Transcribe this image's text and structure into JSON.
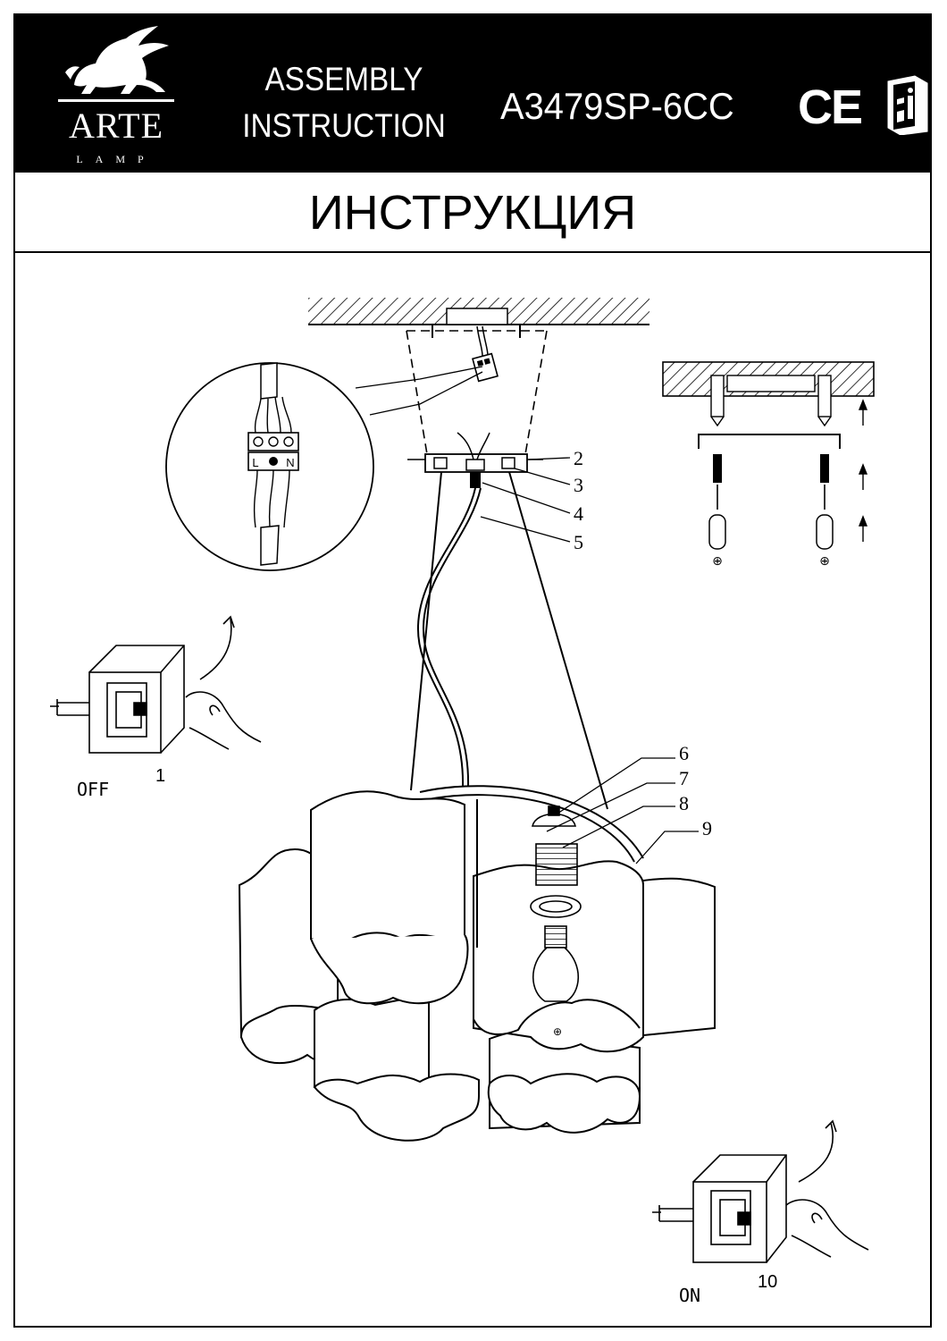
{
  "header": {
    "brand_name": "ARTE",
    "brand_sub": "LAMP",
    "assembly_title": "ASSEMBLY INSTRUCTION",
    "model": "A3479SP-6CC",
    "ce_mark": "CE",
    "manual_icon": "info-manual-icon"
  },
  "title": "ИНСТРУКЦИЯ",
  "diagram": {
    "part_labels": [
      "2",
      "3",
      "4",
      "5",
      "6",
      "7",
      "8",
      "9"
    ],
    "connector_labels": [
      "L",
      "N"
    ],
    "step_off": {
      "label": "OFF",
      "number": "1"
    },
    "step_on": {
      "label": "ON",
      "number": "10"
    }
  },
  "colors": {
    "ink": "#000000",
    "paper": "#ffffff",
    "header_bg": "#000000"
  }
}
